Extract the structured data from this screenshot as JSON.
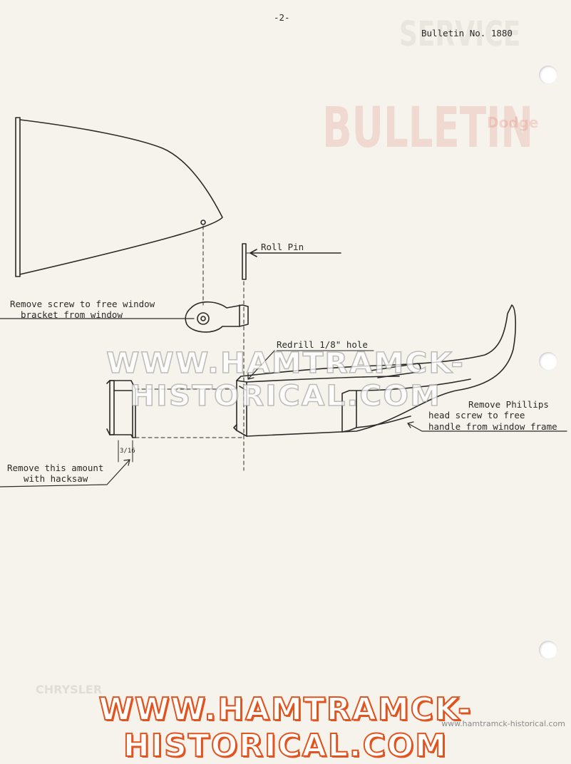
{
  "header": {
    "page_number": "-2-",
    "bulletin": "Bulletin No. 1880"
  },
  "bleed_through": {
    "word": "BULLETIN",
    "brand": "Dodge",
    "service": "SERVICE",
    "footer_brand": "CHRYSLER"
  },
  "diagram": {
    "roll_pin": "Roll Pin",
    "remove_screw_line1": "Remove screw to free window",
    "remove_screw_line2": "bracket from window",
    "redrill": "Redrill 1/8\" hole",
    "phillips_line1": "Remove Phillips",
    "phillips_line2": "head screw to free",
    "phillips_line3": "handle from window frame",
    "hacksaw_line1": "Remove this amount",
    "hacksaw_line2": "with hacksaw",
    "dimension": "3/16"
  },
  "watermark": {
    "mid": "WWW.HAMTRAMCK-HISTORICAL.COM",
    "bottom": "WWW.HAMTRAMCK-HISTORICAL.COM",
    "small": "www.hamtramck-historical.com"
  }
}
